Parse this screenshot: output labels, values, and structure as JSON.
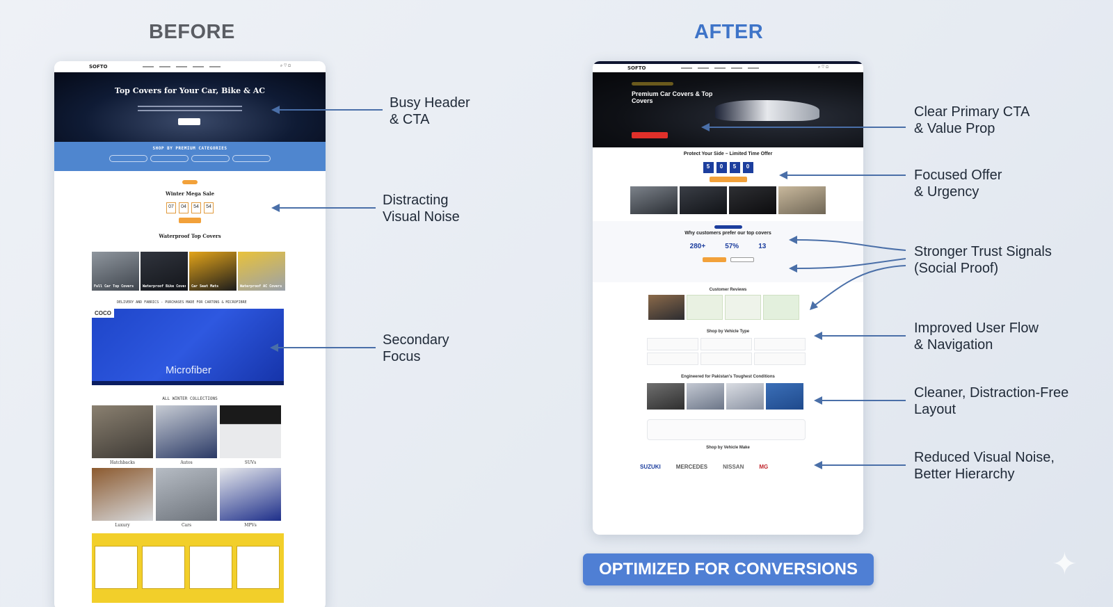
{
  "headings": {
    "before": "BEFORE",
    "after": "AFTER"
  },
  "before": {
    "logo": "SOFTO",
    "hero_title": "Top Covers for Your Car, Bike & AC",
    "categories_title": "SHOP BY PREMIUM CATEGORIES",
    "sale_title": "Winter Mega Sale",
    "timer": [
      "07",
      "04",
      "54",
      "54"
    ],
    "waterproof_title": "Waterproof Top Covers",
    "tiles": [
      "Full Car Top Covers",
      "Waterproof Bike Covers",
      "Car Seat Mats",
      "Waterproof AC Covers"
    ],
    "promo_caption": "DELIVERY AND FABRICS - PURCHASES MADE FOR CARTONS & MICROFIBRE",
    "video_logo": "COCO",
    "video_text": "Microfiber",
    "collections_caption": "ALL WINTER COLLECTIONS",
    "collection_labels": [
      "Hatchbacks",
      "Autos",
      "SUVs",
      "Luxury",
      "Cars",
      "MPVs"
    ]
  },
  "after": {
    "logo": "SOFTO",
    "hero_title": "Premium Car Covers & Top Covers",
    "offer_title": "Protect Your Side – Limited Time Offer",
    "countdown": [
      "5",
      "0",
      "5",
      "0"
    ],
    "trust_title": "Why customers prefer our top covers",
    "stats": [
      "280+",
      "57%",
      "13"
    ],
    "reviews_title": "Customer Reviews",
    "vehicle_type_title": "Shop by Vehicle Type",
    "conditions_title": "Engineered for Pakistan's Toughest Conditions",
    "vehicle_make_title": "Shop by Vehicle Make",
    "brands": [
      "SUZUKI",
      "MERCEDES",
      "NISSAN",
      "MG"
    ]
  },
  "annotations": {
    "left": [
      "Busy Header\n& CTA",
      "Distracting\nVisual Noise",
      "Secondary\nFocus"
    ],
    "right": [
      "Clear Primary CTA\n& Value Prop",
      "Focused Offer\n& Urgency",
      "Stronger Trust Signals\n(Social Proof)",
      "Improved User Flow\n& Navigation",
      "Cleaner, Distraction-Free\nLayout",
      "Reduced Visual Noise,\nBetter Hierarchy"
    ]
  },
  "cta_banner": "OPTIMIZED FOR CONVERSIONS",
  "colors": {
    "accent": "#4f7fd4",
    "after_title": "#3e74c8",
    "before_title": "#5a5d63",
    "arrow": "#4a6fa8"
  }
}
